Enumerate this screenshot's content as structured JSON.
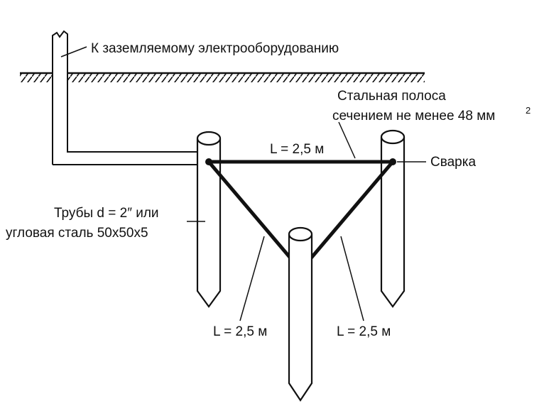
{
  "labels": {
    "equipment": "К заземляемому электрооборудованию",
    "strip_line1": "Стальная полоса",
    "strip_line2": "сечением не менее 48 мм",
    "strip_sup": "2",
    "weld": "Сварка",
    "pipes_line1": "Трубы d = 2″ или",
    "pipes_line2": "угловая сталь  50x50x5",
    "length_top": "L = 2,5 м",
    "length_left": "L = 2,5 м",
    "length_right": "L = 2,5 м"
  },
  "colors": {
    "line": "#111111",
    "background": "#ffffff"
  }
}
